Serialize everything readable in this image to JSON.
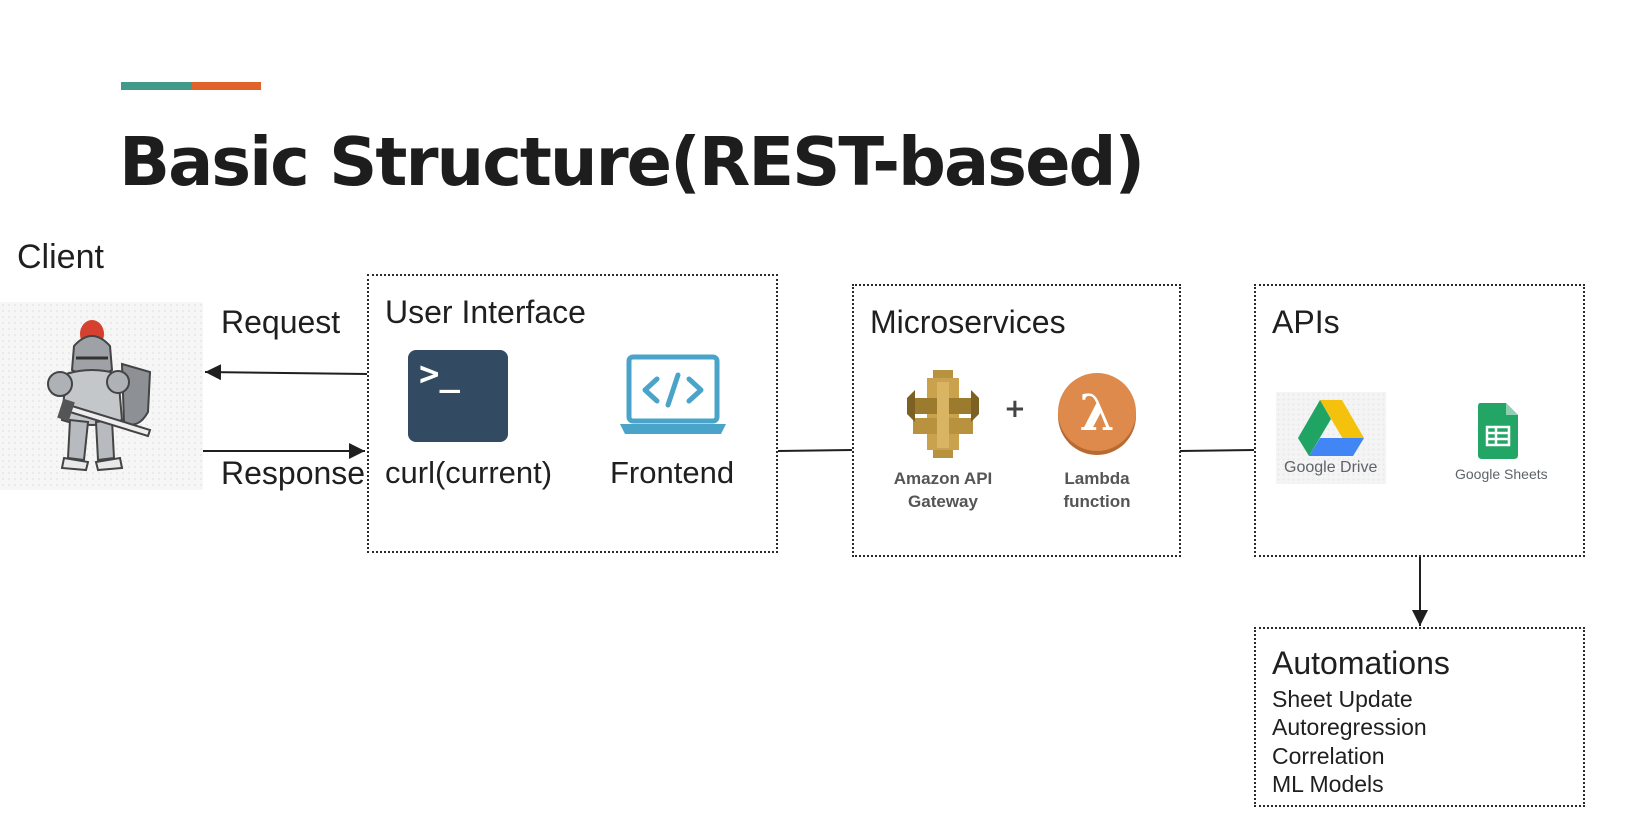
{
  "slide": {
    "title": "Basic Structure(REST-based)",
    "accent_colors": [
      "#3f9a8a",
      "#e0632b"
    ]
  },
  "client": {
    "label": "Client",
    "icon": "knight-mascot-icon",
    "request_label": "Request",
    "response_label": "Response"
  },
  "user_interface": {
    "title": "User Interface",
    "items": [
      {
        "label": "curl(current)",
        "icon": "terminal-icon",
        "icon_text": ">_",
        "color": "#334a63"
      },
      {
        "label": "Frontend",
        "icon": "laptop-code-icon",
        "color": "#4aa3c8"
      }
    ]
  },
  "microservices": {
    "title": "Microservices",
    "plus": "+",
    "items": [
      {
        "label_line1": "Amazon API",
        "label_line2": "Gateway",
        "icon": "api-gateway-icon",
        "color": "#b8923e"
      },
      {
        "label_line1": "Lambda",
        "label_line2": "function",
        "icon": "lambda-icon",
        "icon_text": "λ",
        "color": "#dd8a4c"
      }
    ]
  },
  "apis": {
    "title": "APIs",
    "items": [
      {
        "label": "Google Drive",
        "icon": "google-drive-icon"
      },
      {
        "label": "Google Sheets",
        "icon": "google-sheets-icon",
        "color": "#23a566"
      }
    ]
  },
  "automations": {
    "title": "Automations",
    "items": [
      "Sheet Update",
      "Autoregression",
      "Correlation",
      "ML Models"
    ]
  }
}
